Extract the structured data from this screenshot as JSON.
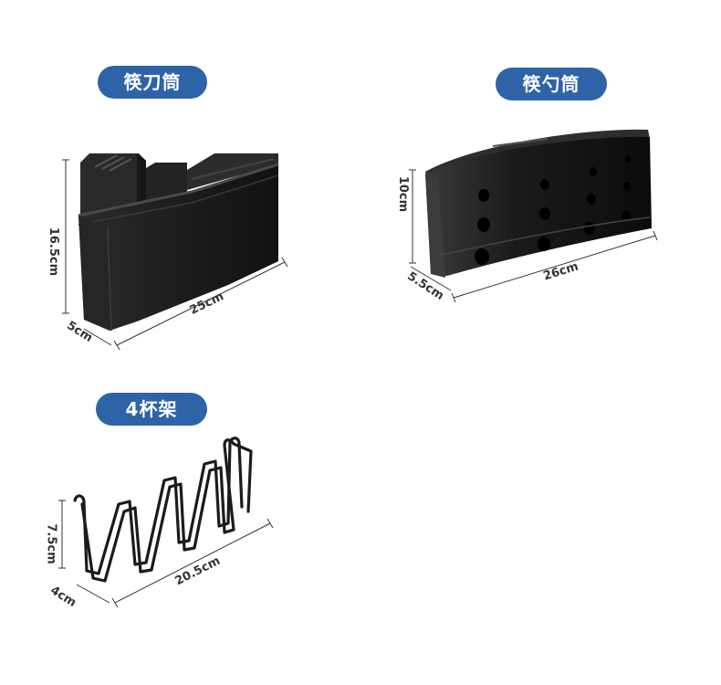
{
  "products": [
    {
      "name": "筷刀筒",
      "dims": {
        "height": "16.5cm",
        "width": "25cm",
        "depth": "5cm"
      }
    },
    {
      "name": "筷勺筒",
      "dims": {
        "height": "10cm",
        "width": "26cm",
        "depth": "5.5cm"
      }
    },
    {
      "name": "4杯架",
      "dims": {
        "height": "7.5cm",
        "width": "20.5cm",
        "depth": "4cm"
      }
    }
  ],
  "colors": {
    "label_bg": "#2f63a7",
    "label_text": "#ffffff",
    "product": "#1e1e1e",
    "dimension_line": "#333333"
  }
}
